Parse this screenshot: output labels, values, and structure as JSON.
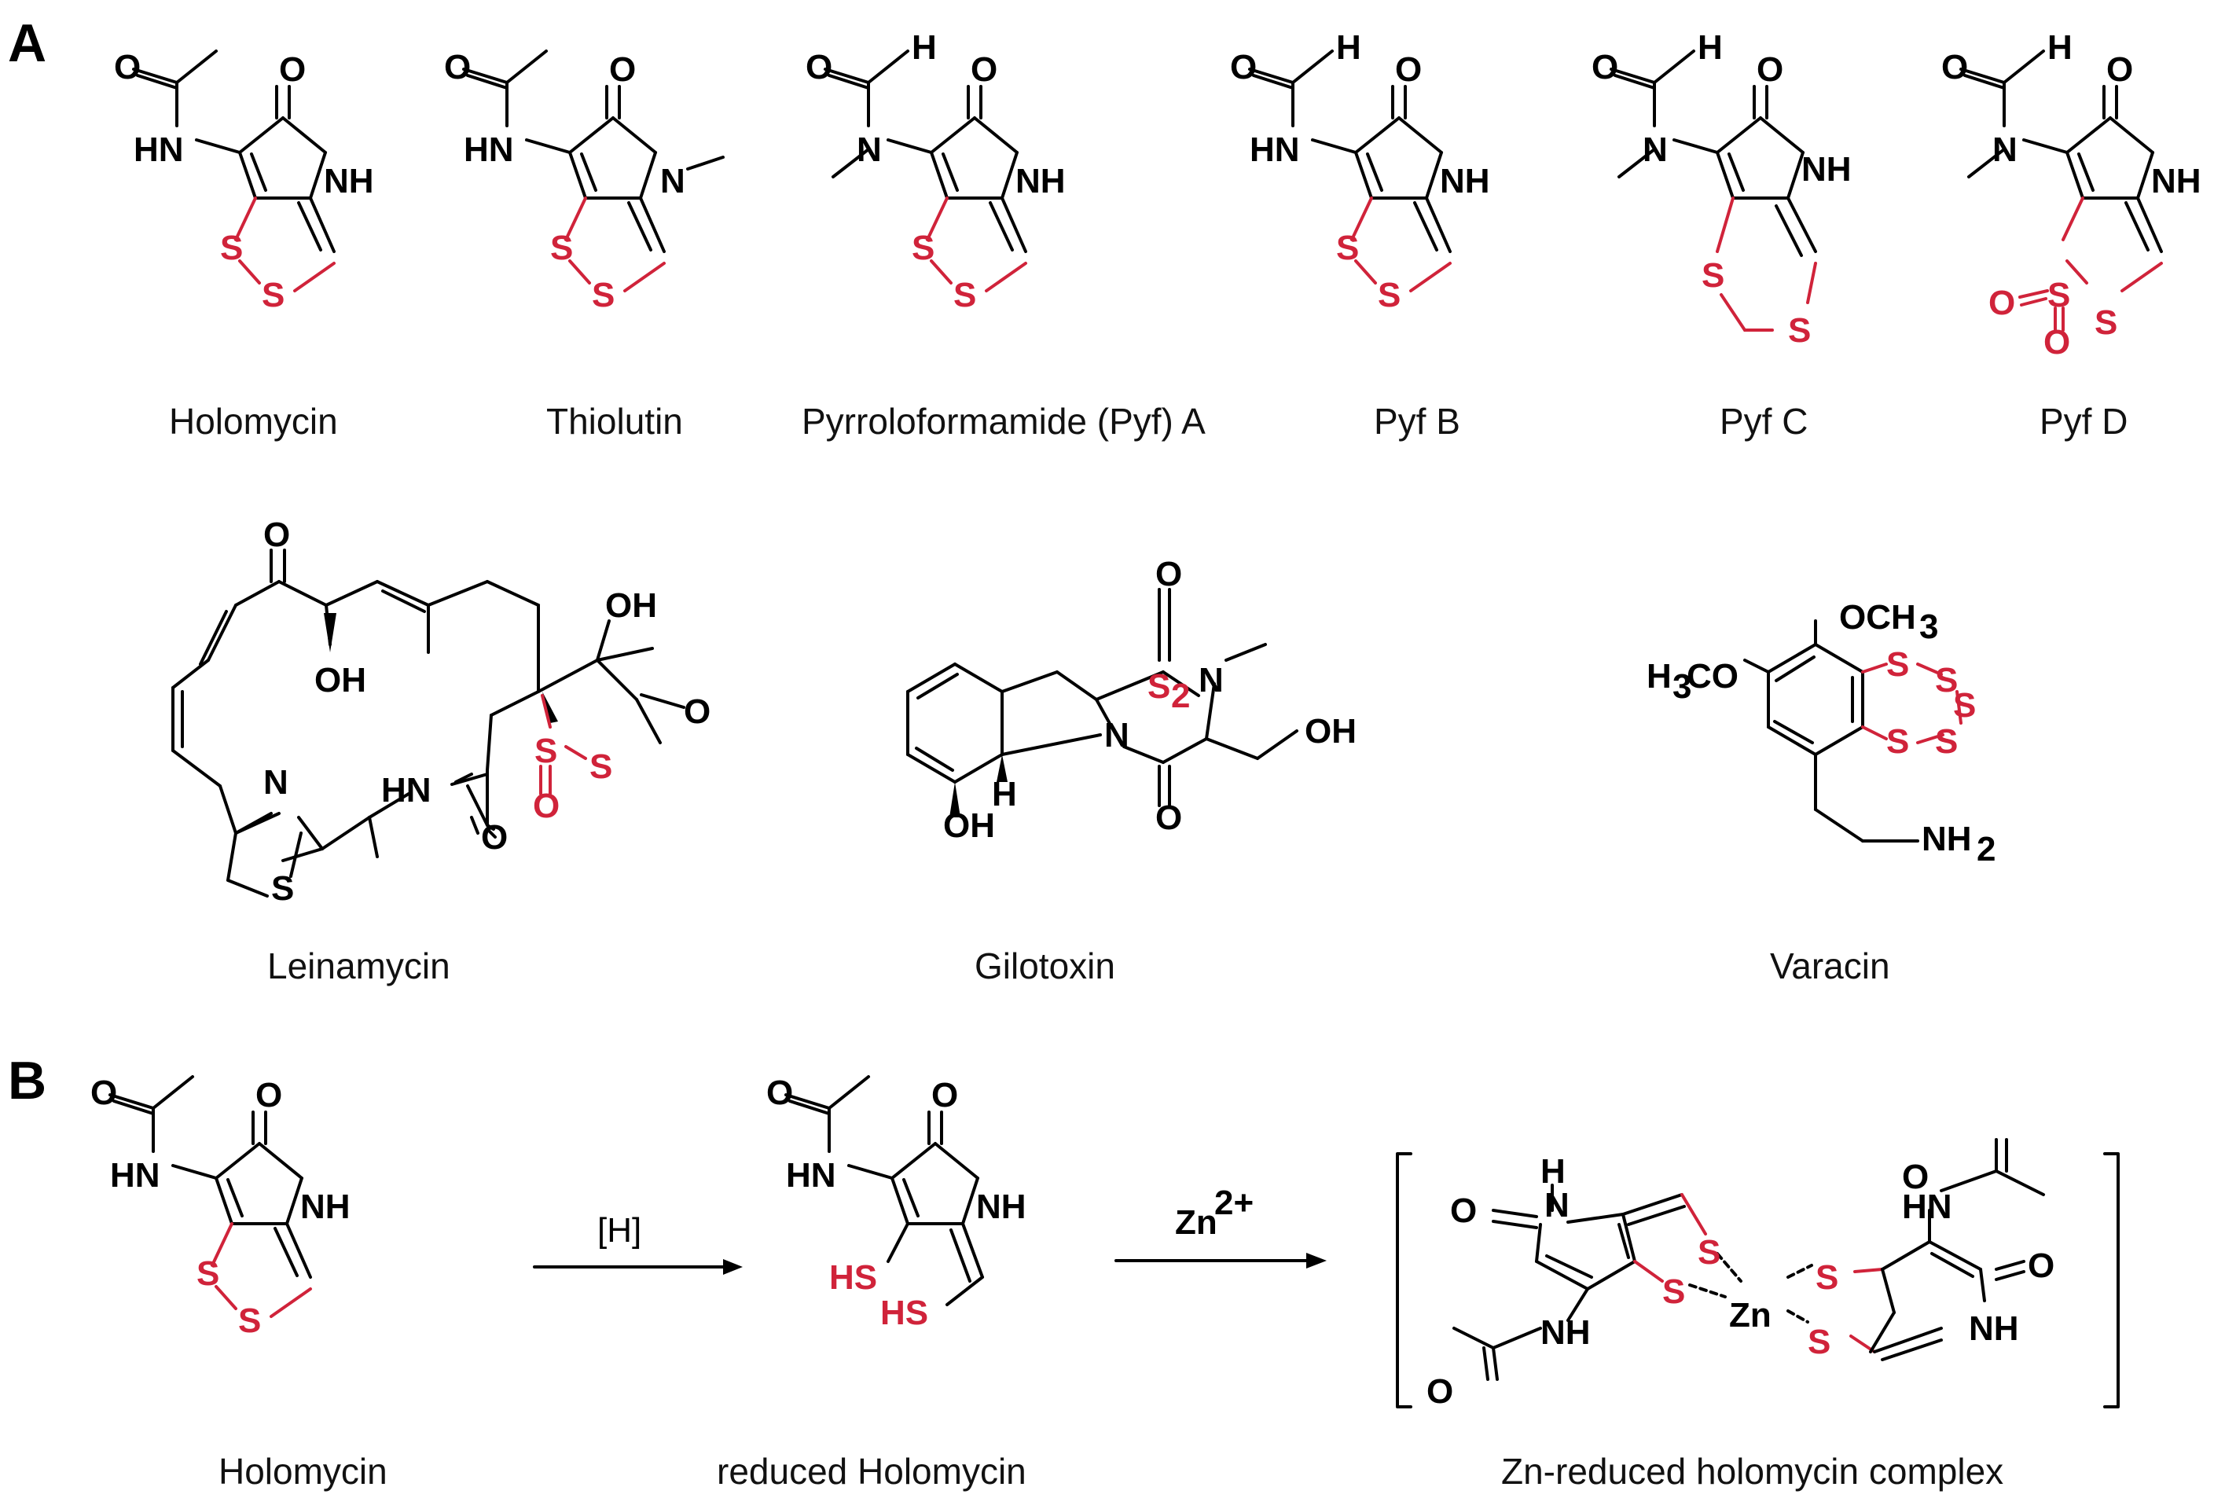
{
  "panels": {
    "a": "A",
    "b": "B"
  },
  "compounds": {
    "holomycin": "Holomycin",
    "thiolutin": "Thiolutin",
    "pyf_a": "Pyrroloformamide (Pyf) A",
    "pyf_b": "Pyf B",
    "pyf_c": "Pyf C",
    "pyf_d": "Pyf D",
    "leinamycin": "Leinamycin",
    "gilotoxin": "Gilotoxin",
    "varacin": "Varacin",
    "holomycin_b": "Holomycin",
    "reduced": "reduced Holomycin",
    "complex": "Zn-reduced holomycin complex"
  },
  "reaction": {
    "step1_reagent": "[H]",
    "step2_reagent": "Zn",
    "step2_charge": "2+"
  },
  "colors": {
    "sulfur": "#d0233a",
    "bond": "#000000"
  }
}
